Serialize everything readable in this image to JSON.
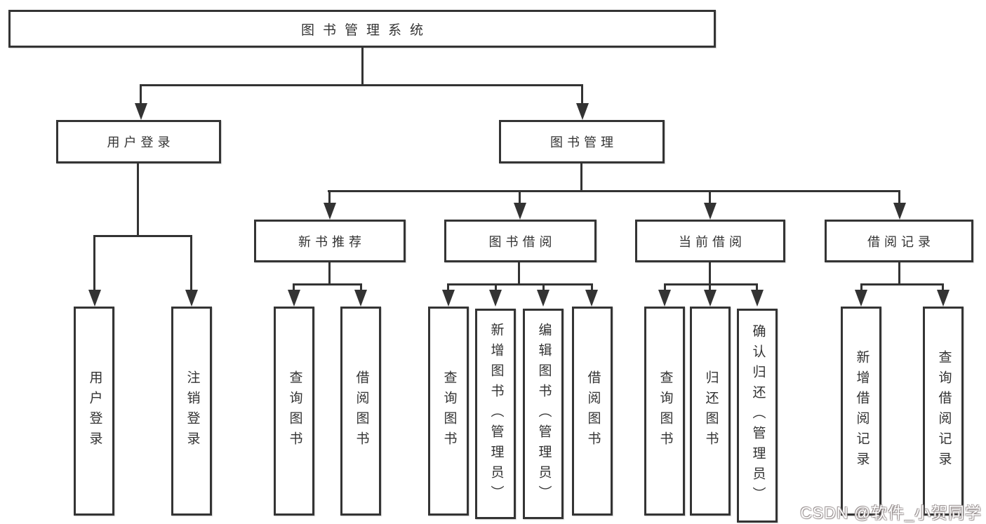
{
  "diagram": {
    "root": {
      "label": "图书管理系统"
    },
    "level2": [
      {
        "label": "用户登录"
      },
      {
        "label": "图书管理"
      }
    ],
    "level3": [
      {
        "label": "新书推荐"
      },
      {
        "label": "图书借阅"
      },
      {
        "label": "当前借阅"
      },
      {
        "label": "借阅记录"
      }
    ],
    "leaves": {
      "login": [
        {
          "label": "用户登录"
        },
        {
          "label": "注销登录"
        }
      ],
      "new_book": [
        {
          "label": "查询图书"
        },
        {
          "label": "借阅图书"
        }
      ],
      "book_borrow": [
        {
          "label": "查询图书"
        },
        {
          "label": "新增图书（管理员）"
        },
        {
          "label": "编辑图书（管理员）"
        },
        {
          "label": "借阅图书"
        }
      ],
      "current_borrow": [
        {
          "label": "查询图书"
        },
        {
          "label": "归还图书"
        },
        {
          "label": "确认归还（管理员）"
        }
      ],
      "borrow_records": [
        {
          "label": "新增借阅记录"
        },
        {
          "label": "查询借阅记录"
        }
      ]
    }
  },
  "watermark": {
    "text": "CSDN @软件_小贺同学"
  },
  "colors": {
    "line": "#333333",
    "text": "#333333",
    "background": "#ffffff"
  }
}
